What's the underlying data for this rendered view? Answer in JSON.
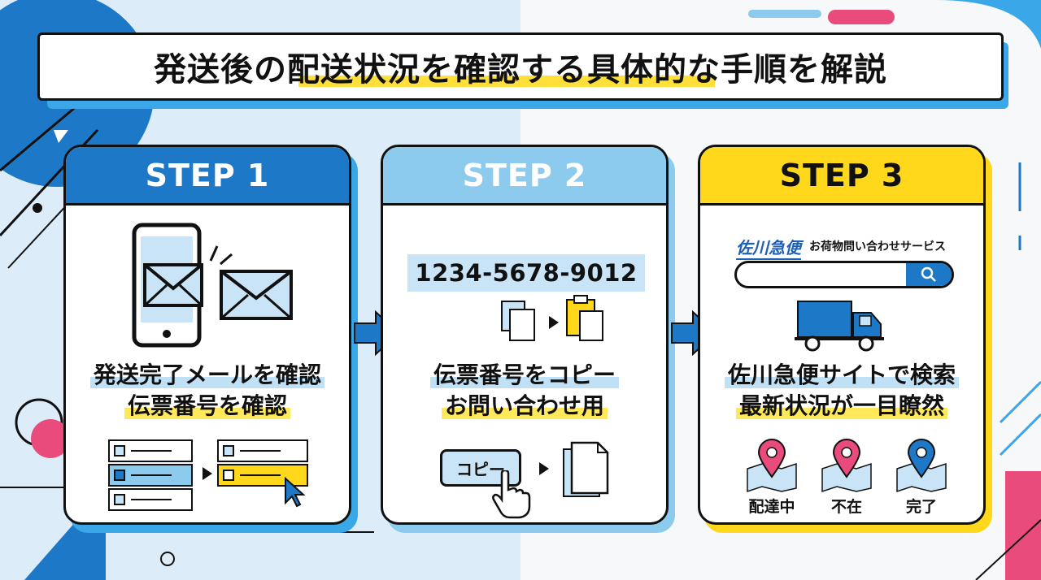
{
  "title": "発送後の配送状況を確認する具体的な手順を解説",
  "steps": [
    {
      "label": "STEP 1",
      "lines": [
        "発送完了メールを確認",
        "伝票番号を確認"
      ]
    },
    {
      "label": "STEP 2",
      "lines": [
        "伝票番号をコピー",
        "お問い合わせ用"
      ],
      "tracking_number": "1234-5678-9012",
      "copy_button": "コピー"
    },
    {
      "label": "STEP 3",
      "lines": [
        "佐川急便サイトで検索",
        "最新状況が一目瞭然"
      ],
      "logo": "佐川急便",
      "service": "お荷物問い合わせサービス",
      "statuses": [
        "配達中",
        "不在",
        "完了"
      ]
    }
  ],
  "colors": {
    "blue": "#1e78c8",
    "light_blue": "#8ccbee",
    "yellow": "#ffd81c",
    "pink": "#e94b7d"
  },
  "icons": [
    "smartphone-icon",
    "envelope-icon",
    "list-icon",
    "cursor-icon",
    "copy-icon",
    "clipboard-icon",
    "document-icon",
    "hand-pointer-icon",
    "search-icon",
    "truck-icon",
    "map-pin-icon",
    "arrow-right-icon"
  ]
}
